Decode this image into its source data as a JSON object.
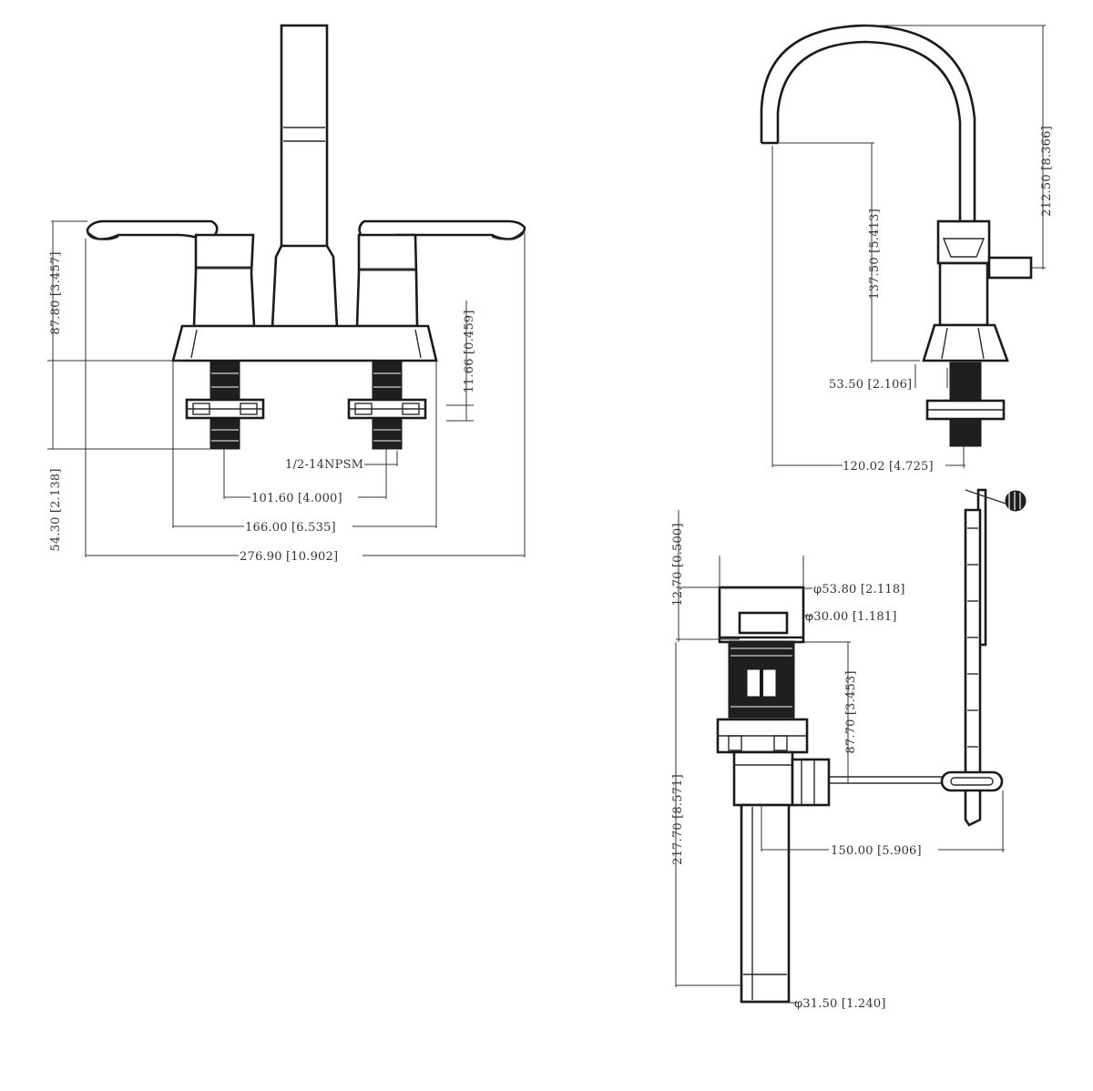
{
  "front_view": {
    "dims": {
      "height_total": "87.80 [3.457]",
      "height_below": "54.30 [2.138]",
      "thread_gap": "11.66 [0.459]",
      "thread": "1/2-14NPSM",
      "center_spacing": "101.60 [4.000]",
      "base_width": "166.00 [6.535]",
      "overall_width": "276.90 [10.902]"
    }
  },
  "side_view": {
    "dims": {
      "total_height": "212.50 [8.366]",
      "spout_height": "137.50 [5.413]",
      "shank_offset": "53.50 [2.106]",
      "spout_reach": "120.02 [4.725]"
    }
  },
  "drain_view": {
    "dims": {
      "flange_height": "12.70 [0.500]",
      "flange_dia": "φ53.80 [2.118]",
      "cap_dia": "φ30.00 [1.181]",
      "body_height": "87.70 [3.453]",
      "total_length": "217.70 [8.571]",
      "rod_reach": "150.00 [5.906]",
      "tail_dia": "φ31.50 [1.240]"
    }
  }
}
